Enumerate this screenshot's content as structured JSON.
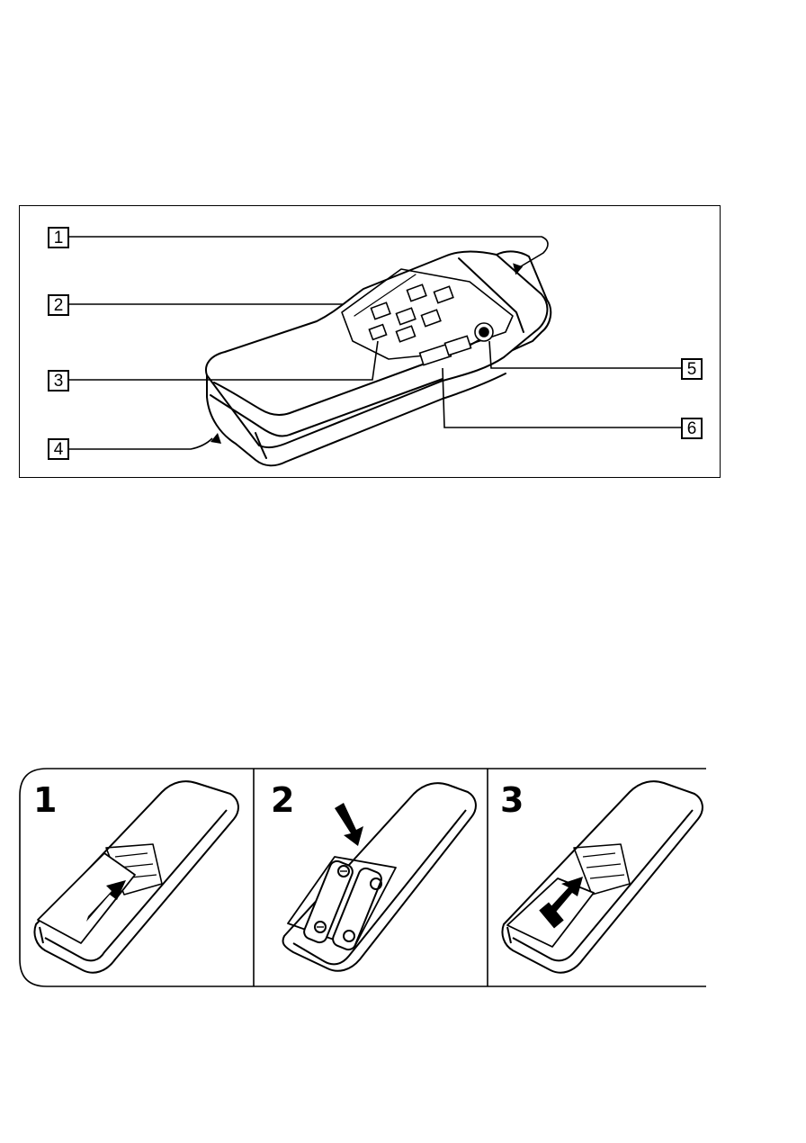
{
  "remote_diagram": {
    "callouts": [
      {
        "id": "1",
        "label": "1"
      },
      {
        "id": "2",
        "label": "2"
      },
      {
        "id": "3",
        "label": "3"
      },
      {
        "id": "4",
        "label": "4"
      },
      {
        "id": "5",
        "label": "5"
      },
      {
        "id": "6",
        "label": "6"
      }
    ]
  },
  "battery_steps": {
    "steps": [
      {
        "number": "1"
      },
      {
        "number": "2"
      },
      {
        "number": "3"
      }
    ]
  }
}
